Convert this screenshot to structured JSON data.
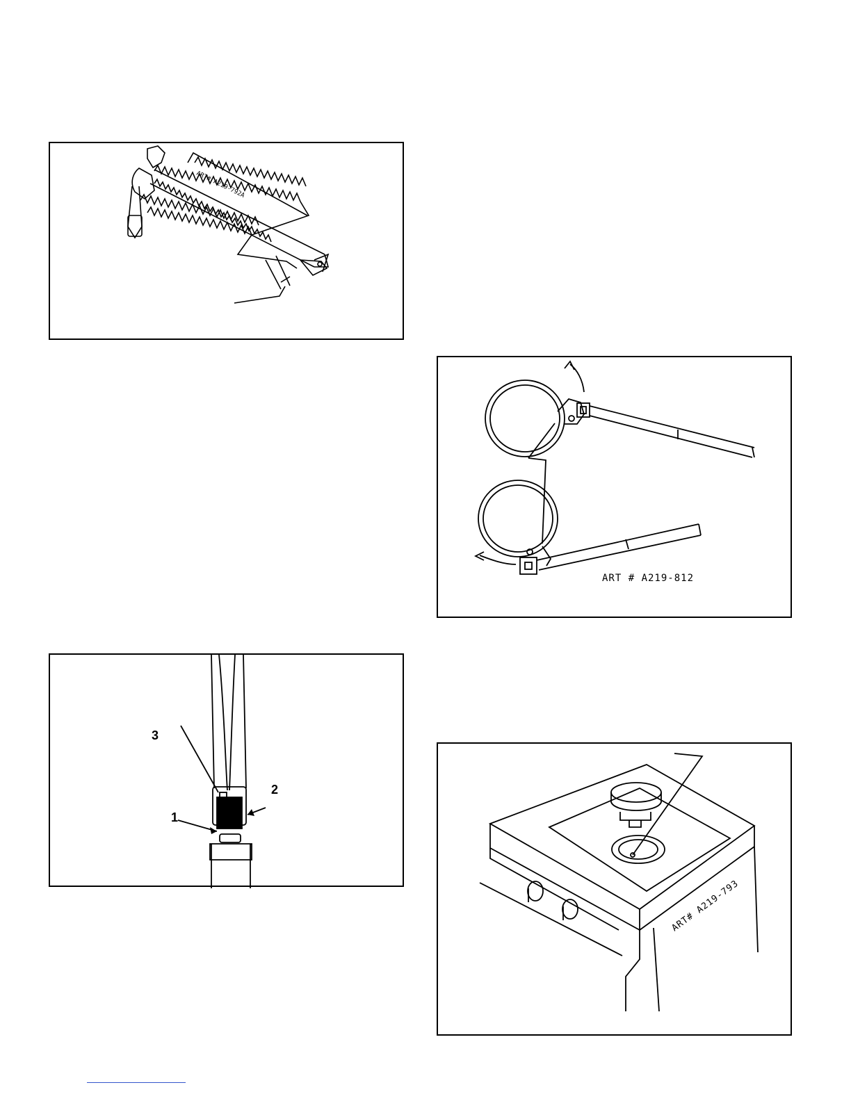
{
  "figures": {
    "heater": {
      "art_text": "ART# A219-792A"
    },
    "wrench": {
      "art_text": "ART # A219-812"
    },
    "socket": {
      "callouts": [
        "1",
        "2",
        "3"
      ]
    },
    "stove": {
      "art_text": "ART# A219-793"
    }
  },
  "colors": {
    "line": "#000000",
    "footer_link": "#3355cc"
  }
}
